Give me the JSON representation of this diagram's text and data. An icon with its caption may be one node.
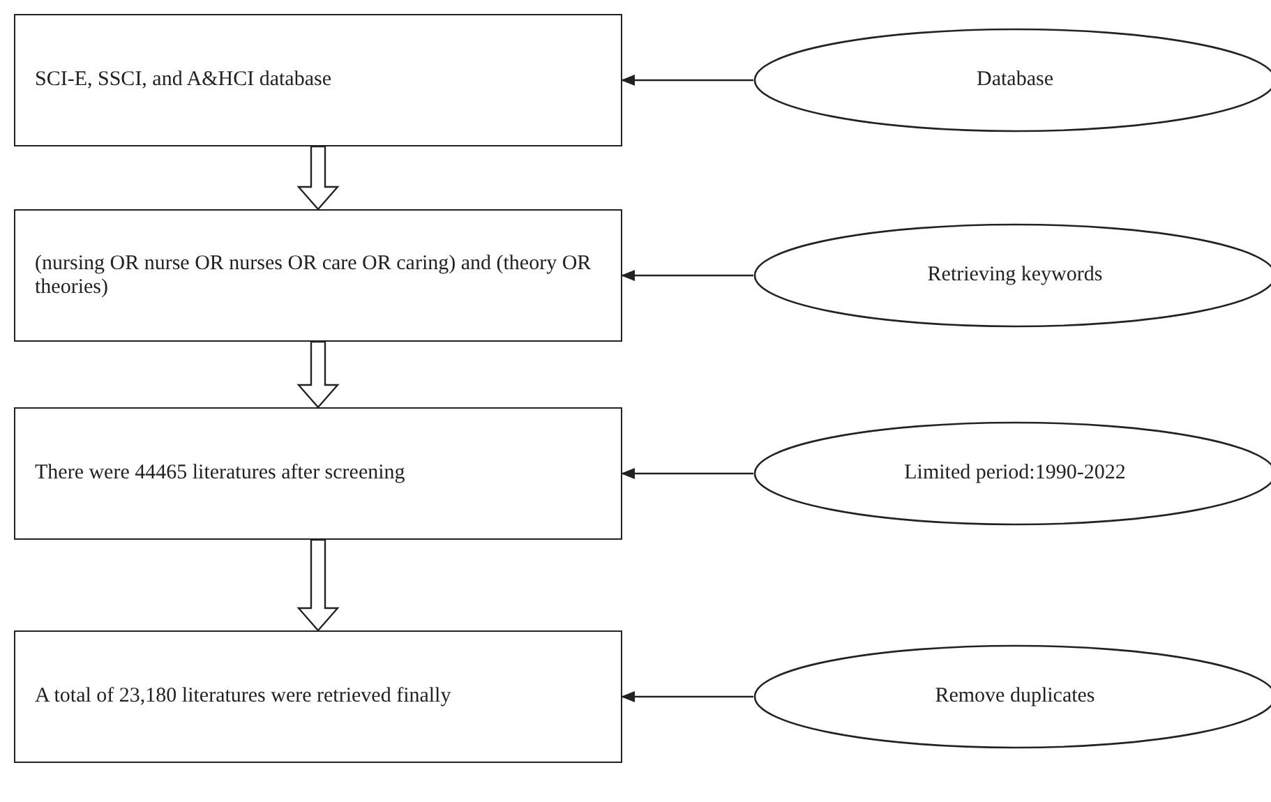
{
  "diagram": {
    "nodes": [
      {
        "text": [
          "SCI-E, SSCI, and A&HCI database"
        ]
      },
      {
        "text": [
          "Database"
        ]
      },
      {
        "text": [
          "(nursing OR nurse OR nurses OR care OR caring) and (theory OR theories)"
        ]
      },
      {
        "text": [
          "Retrieving keywords"
        ]
      },
      {
        "text": [
          "There were 44465 literatures after screening"
        ]
      },
      {
        "text": [
          "Limited period:1990-2022"
        ]
      },
      {
        "text": [
          "A total of 23,180 literatures were retrieved finally"
        ]
      },
      {
        "text": [
          "Remove duplicates"
        ]
      }
    ],
    "edges": [
      {
        "from": 1,
        "to": 0,
        "arrow": "to"
      },
      {
        "from": 0,
        "to": 2,
        "arrow": "to",
        "style": "thick"
      },
      {
        "from": 3,
        "to": 2,
        "arrow": "to"
      },
      {
        "from": 2,
        "to": 4,
        "arrow": "to",
        "style": "thick"
      },
      {
        "from": 5,
        "to": 4,
        "arrow": "to"
      },
      {
        "from": 4,
        "to": 6,
        "arrow": "to",
        "style": "thick"
      },
      {
        "from": 7,
        "to": 6,
        "arrow": "to"
      }
    ]
  }
}
